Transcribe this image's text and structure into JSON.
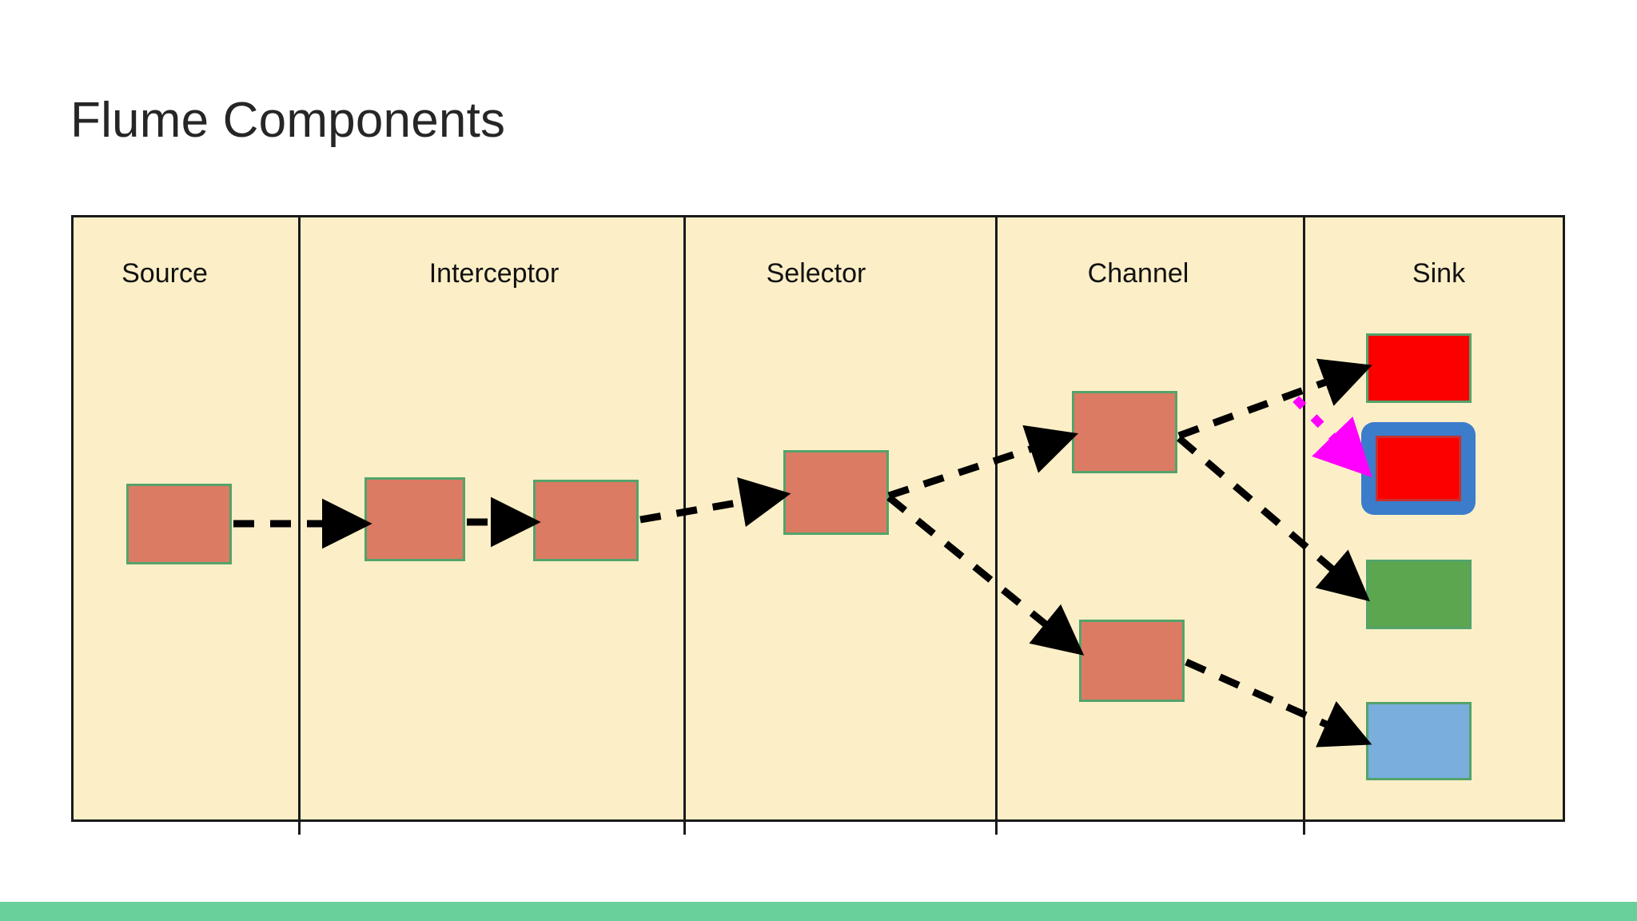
{
  "slide": {
    "title": "Flume Components",
    "title_color": "#262626",
    "background_color": "#ffffff",
    "accent_bar_color": "#69CF9B"
  },
  "panel": {
    "background_color": "#FCEFC7",
    "border_color": "#1a1a1a"
  },
  "columns": [
    {
      "id": "source",
      "label": "Source"
    },
    {
      "id": "interceptor",
      "label": "Interceptor"
    },
    {
      "id": "selector",
      "label": "Selector"
    },
    {
      "id": "channel",
      "label": "Channel"
    },
    {
      "id": "sink",
      "label": "Sink"
    }
  ],
  "nodes": {
    "source": {
      "label": "",
      "color": "#DC7B63",
      "border_color": "#54A36B"
    },
    "interceptor_1": {
      "label": "",
      "color": "#DC7B63",
      "border_color": "#54A36B"
    },
    "interceptor_2": {
      "label": "",
      "color": "#DC7B63",
      "border_color": "#54A36B"
    },
    "selector": {
      "label": "",
      "color": "#DC7B63",
      "border_color": "#54A36B"
    },
    "channel_top": {
      "label": "",
      "color": "#DC7B63",
      "border_color": "#54A36B"
    },
    "channel_bottom": {
      "label": "",
      "color": "#DC7B63",
      "border_color": "#54A36B"
    },
    "sink_red": {
      "label": "",
      "color": "#FC0000",
      "border_color": "#54A36B"
    },
    "sink_red_selected": {
      "label": "",
      "color": "#FC0000",
      "border_color": "#C83030",
      "highlight_color": "#3B7DCB"
    },
    "sink_green": {
      "label": "",
      "color": "#5CA64F",
      "border_color": "#54A36B"
    },
    "sink_blue": {
      "label": "",
      "color": "#79AEDD",
      "border_color": "#54A36B"
    }
  },
  "connectors": {
    "style": "dashed",
    "color": "#000000",
    "annotation_color": "#FF00FF",
    "annotation_style": "dotted-arrow",
    "annotation_target": "sink_red_selected"
  }
}
